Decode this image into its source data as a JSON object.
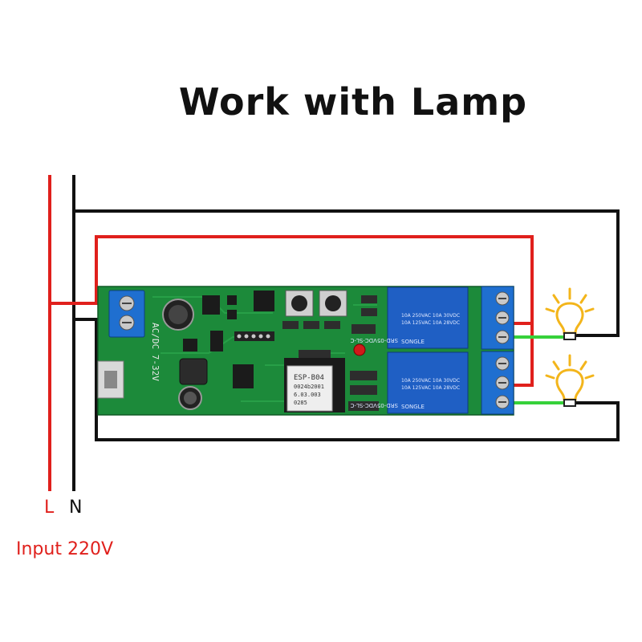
{
  "title": "Work with Lamp",
  "labels": {
    "live": "L",
    "neutral": "N",
    "input": "Input 220V"
  },
  "board": {
    "power_marking": "AC/DC 7-32V",
    "module_marking": [
      "ESP-B04",
      "0024b2001",
      "6.03.003",
      "0285"
    ],
    "relay_top": [
      "SRD-05VDC-SL-C",
      "10A 250VAC 10A 30VDC",
      "10A 125VAC 10A 28VDC",
      "SONGLE"
    ],
    "relay_bottom": [
      "SRD-05VDC-SL-C",
      "10A 250VAC 10A 30VDC",
      "10A 125VAC 10A 28VDC",
      "SONGLE"
    ]
  },
  "colors": {
    "live": "#e0201c",
    "neutral": "#111111",
    "load": "#36d13a",
    "pcb": "#1c8a3a",
    "relay": "#1f5fc4",
    "terminal": "#1f6fd0",
    "lamp": "#f3b51b"
  }
}
